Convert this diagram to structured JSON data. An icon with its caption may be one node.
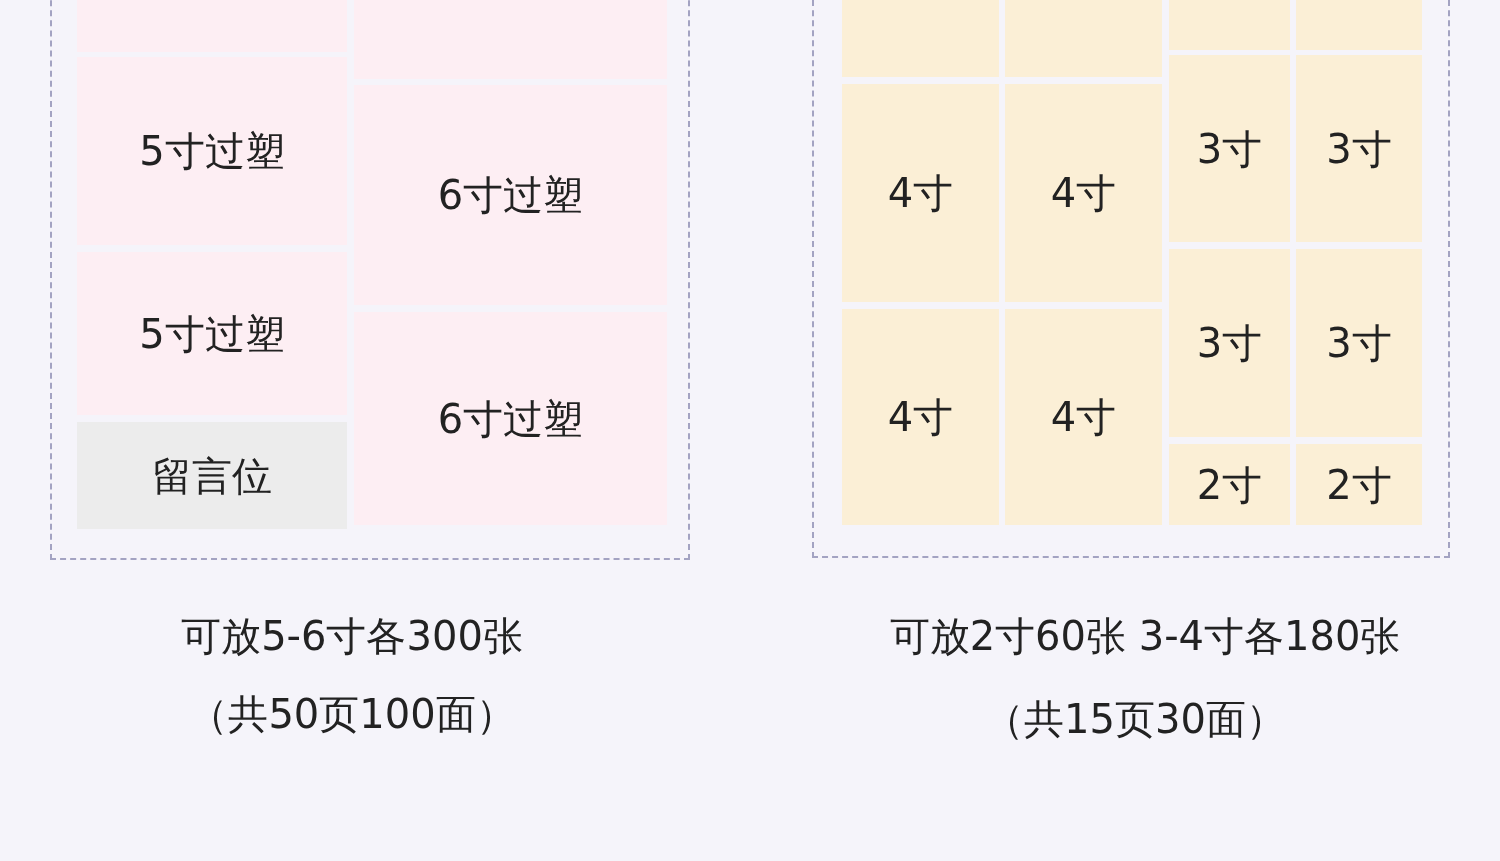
{
  "diagram": {
    "nodes": [
      {
        "text": [],
        "shape": "box"
      },
      {
        "text": [],
        "shape": "box",
        "in": 0
      },
      {
        "text": [],
        "shape": "box",
        "in": 0
      },
      {
        "text": [
          "5寸过塑"
        ],
        "in": 0
      },
      {
        "text": [
          "6寸过塑"
        ],
        "in": 0
      },
      {
        "text": [
          "5寸过塑"
        ],
        "in": 0
      },
      {
        "text": [
          "6寸过塑"
        ],
        "in": 0
      },
      {
        "text": [
          "留言位"
        ],
        "in": 0
      },
      {
        "text": [],
        "shape": "box"
      },
      {
        "text": [],
        "shape": "box",
        "in": 8
      },
      {
        "text": [],
        "shape": "box",
        "in": 8
      },
      {
        "text": [],
        "shape": "box",
        "in": 8
      },
      {
        "text": [],
        "shape": "box",
        "in": 8
      },
      {
        "text": [
          "3寸"
        ],
        "in": 8
      },
      {
        "text": [
          "3寸"
        ],
        "in": 8
      },
      {
        "text": [
          "4寸"
        ],
        "in": 8
      },
      {
        "text": [
          "4寸"
        ],
        "in": 8
      },
      {
        "text": [
          "3寸"
        ],
        "in": 8
      },
      {
        "text": [
          "3寸"
        ],
        "in": 8
      },
      {
        "text": [
          "4寸"
        ],
        "in": 8
      },
      {
        "text": [
          "4寸"
        ],
        "in": 8
      },
      {
        "text": [
          "2寸"
        ],
        "in": 8
      },
      {
        "text": [
          "2寸"
        ],
        "in": 8
      }
    ],
    "labels": [
      "可放5-6寸各300张",
      "（共50页100面）",
      "可放2寸60张 3-4寸各180张",
      "（共15页30面）"
    ]
  }
}
